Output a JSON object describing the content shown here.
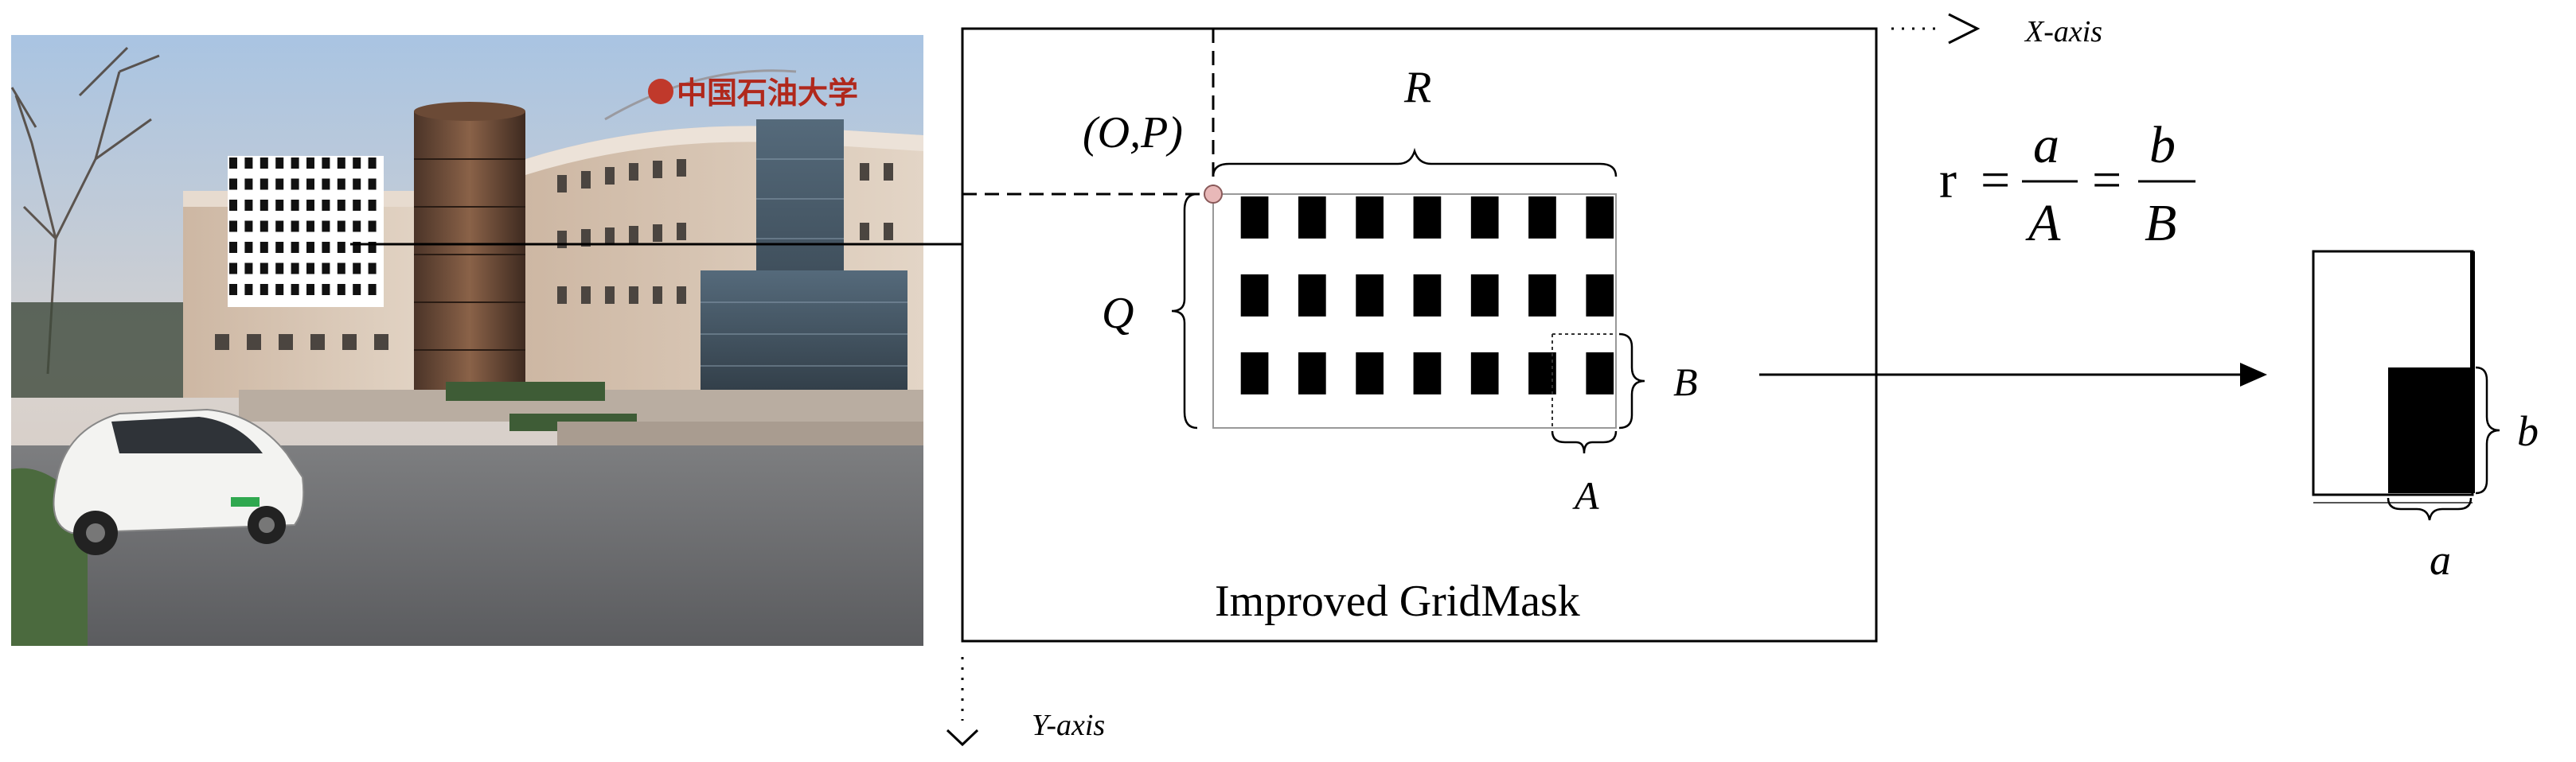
{
  "photo": {
    "sign_text": "中国石油大学"
  },
  "grid": {
    "rows": 3,
    "cols": 7
  },
  "labels": {
    "origin": "(O,P)",
    "R": "R",
    "Q": "Q",
    "A": "A",
    "B": "B",
    "a": "a",
    "b": "b",
    "x_axis": "X-axis",
    "y_axis": "Y-axis",
    "caption": "Improved GridMask"
  },
  "formula": {
    "lhs": "r",
    "eq": "=",
    "frac1_num": "a",
    "frac1_den": "A",
    "frac2_num": "b",
    "frac2_den": "B"
  },
  "colors": {
    "mask": "#000000",
    "line": "#000000",
    "origin_dot": "#e8b8b8"
  }
}
